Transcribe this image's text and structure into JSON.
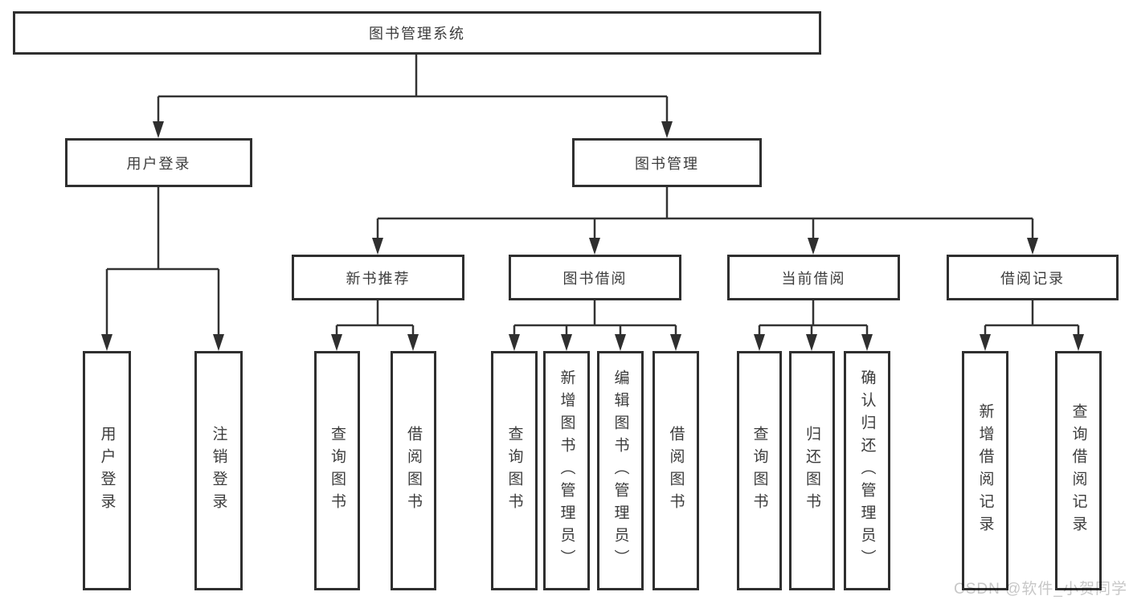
{
  "diagram": {
    "root": {
      "label": "图书管理系统"
    },
    "level2": [
      {
        "label": "用户登录"
      },
      {
        "label": "图书管理"
      }
    ],
    "level3": [
      {
        "label": "新书推荐"
      },
      {
        "label": "图书借阅"
      },
      {
        "label": "当前借阅"
      },
      {
        "label": "借阅记录"
      }
    ],
    "leaves": {
      "user_login": [
        "用户登录",
        "注销登录"
      ],
      "new_book_recommendation": [
        "查询图书",
        "借阅图书"
      ],
      "book_borrowing": [
        "查询图书",
        "新增图书（管理员）",
        "编辑图书（管理员）",
        "借阅图书"
      ],
      "current_borrowing": [
        "查询图书",
        "归还图书",
        "确认归还（管理员）"
      ],
      "borrowing_records": [
        "新增借阅记录",
        "查询借阅记录"
      ]
    }
  },
  "watermark": {
    "text": "CSDN @软件_小贺同学"
  },
  "colors": {
    "line": "#333333",
    "border": "#2f2f2f",
    "text": "#3c3c3c",
    "watermark": "#c7c7c7",
    "background": "#ffffff"
  }
}
